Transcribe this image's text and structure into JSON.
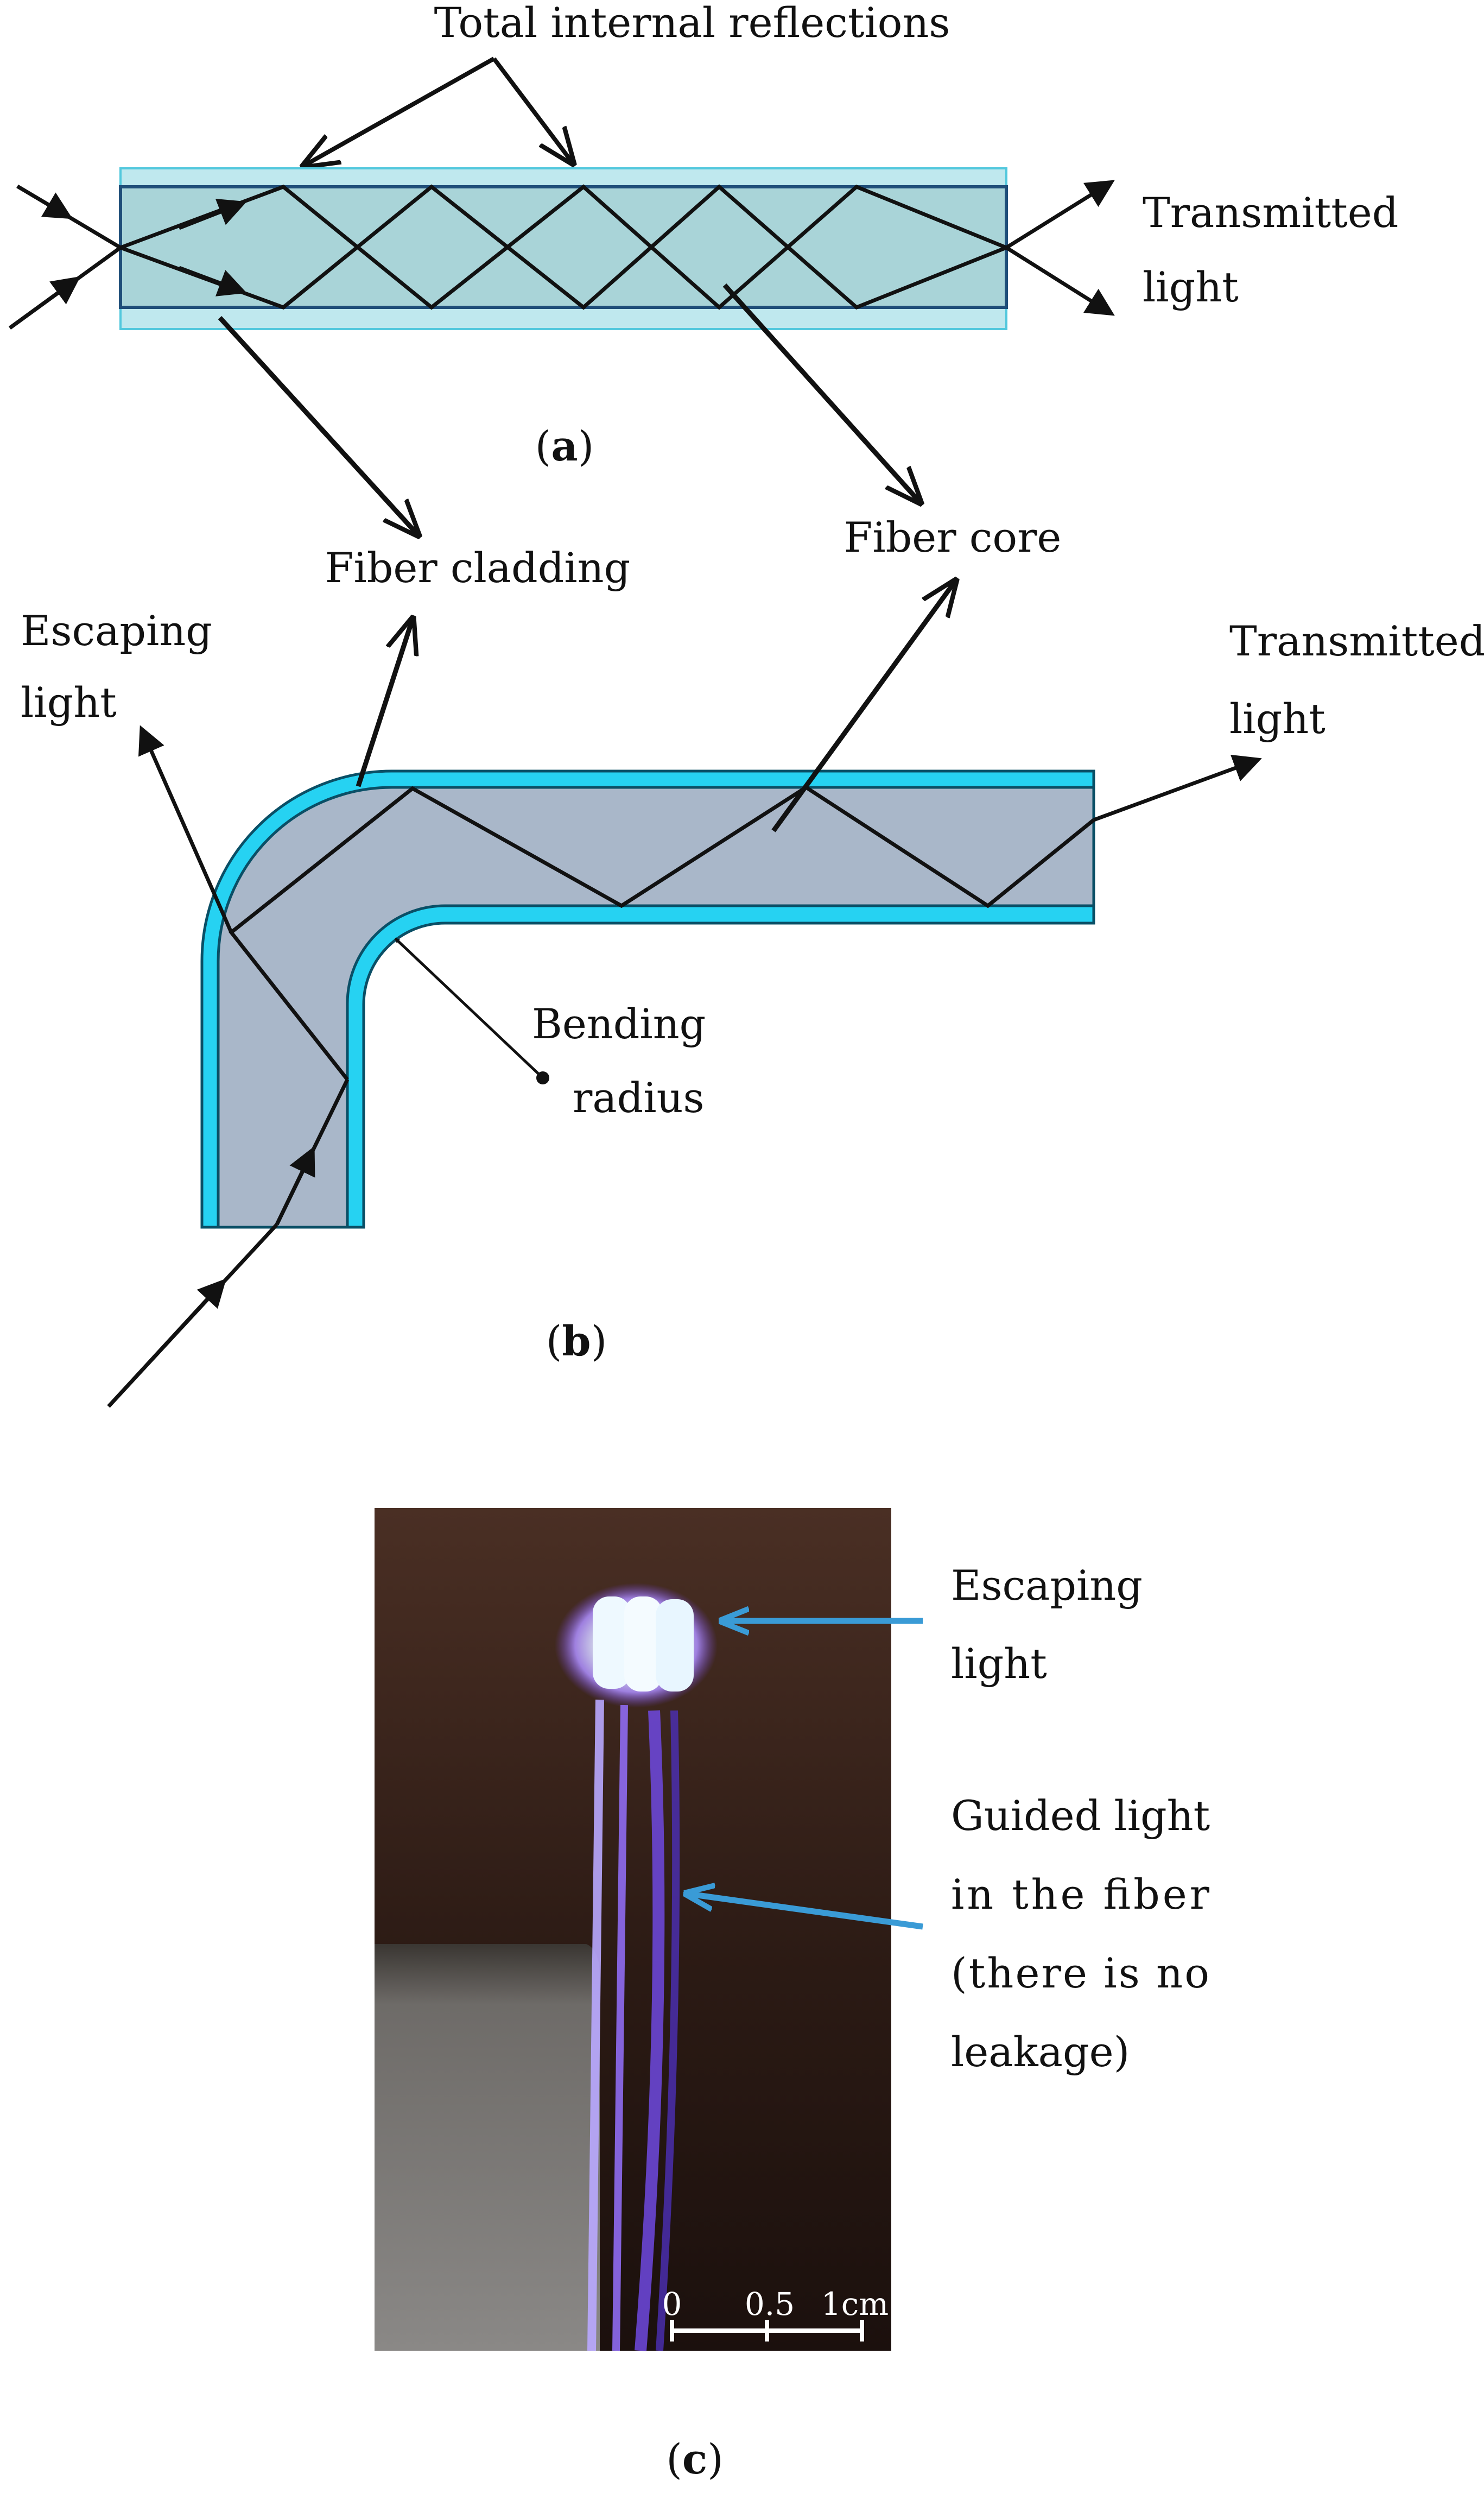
{
  "panel_a": {
    "title": "Total internal reflections",
    "transmitted_line1": "Transmitted",
    "transmitted_line2": "light",
    "sublabel": "a",
    "colors": {
      "cladding": "#bfe8ee",
      "core": "#a9d4d8",
      "outline": "#1f4e79"
    }
  },
  "panel_b": {
    "fiber_cladding": "Fiber cladding",
    "fiber_core": "Fiber core",
    "escaping_line1": "Escaping",
    "escaping_line2": "light",
    "transmitted_line1": "Transmitted",
    "transmitted_line2": "light",
    "bending_line1": "Bending",
    "bending_line2": "radius",
    "sublabel": "b",
    "colors": {
      "cladding": "#26d2f2",
      "core": "#a9b7c9"
    }
  },
  "panel_c": {
    "escaping_line1": "Escaping",
    "escaping_line2": "light",
    "guided_line1": "Guided light",
    "guided_line2": "in the fiber",
    "guided_line3": "(there is no",
    "guided_line4": "leakage)",
    "scale_0": "0",
    "scale_05": "0.5",
    "scale_1": "1cm",
    "sublabel": "c",
    "colors": {
      "arrow": "#3a9bd6",
      "glow": "#8a5cf0"
    }
  }
}
